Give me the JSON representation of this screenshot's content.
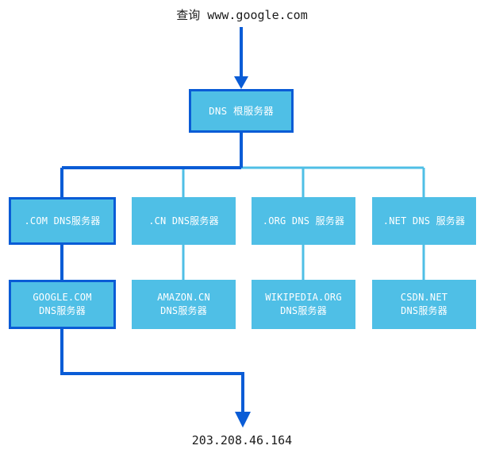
{
  "diagram": {
    "type": "dns-resolution-hierarchy",
    "query_caption": "查询 www.google.com",
    "result_caption": "203.208.46.164",
    "colors": {
      "node_fill": "#4fbfe6",
      "highlight_stroke": "#0a5cd6",
      "normal_stroke": "#4fbfe6",
      "node_text": "#ffffff",
      "caption_text": "#1b1b1b",
      "background": "#ffffff"
    },
    "root": {
      "label": "DNS 根服务器",
      "highlighted": true
    },
    "tld_servers": [
      {
        "label": ".COM DNS服务器",
        "highlighted": true
      },
      {
        "label": ".CN DNS服务器",
        "highlighted": false
      },
      {
        "label": ".ORG DNS 服务器",
        "highlighted": false
      },
      {
        "label": ".NET DNS 服务器",
        "highlighted": false
      }
    ],
    "authoritative_servers": [
      {
        "line1": "GOOGLE.COM",
        "line2": "DNS服务器",
        "highlighted": true
      },
      {
        "line1": "AMAZON.CN",
        "line2": "DNS服务器",
        "highlighted": false
      },
      {
        "line1": "WIKIPEDIA.ORG",
        "line2": "DNS服务器",
        "highlighted": false
      },
      {
        "line1": "CSDN.NET",
        "line2": "DNS服务器",
        "highlighted": false
      }
    ]
  }
}
